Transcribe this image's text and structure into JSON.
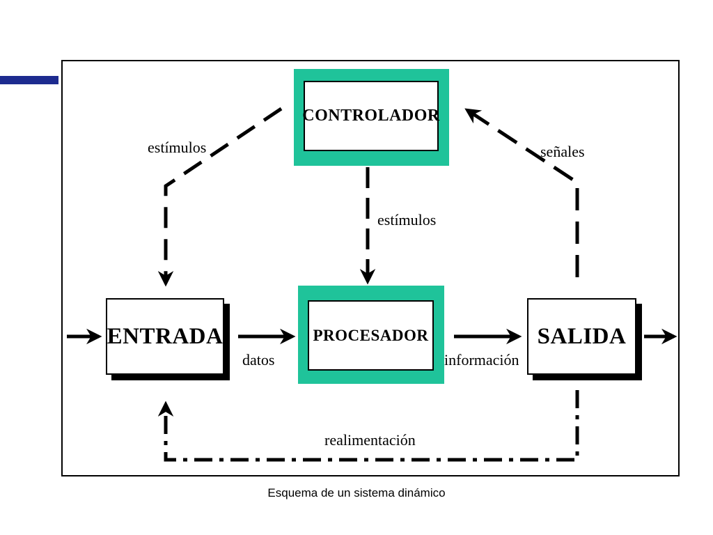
{
  "nodes": {
    "controller": "CONTROLADOR",
    "input": "ENTRADA",
    "processor": "PROCESADOR",
    "output": "SALIDA"
  },
  "edges": {
    "controller_to_input": "estímulos",
    "controller_to_processor": "estímulos",
    "output_to_controller": "señales",
    "input_to_processor": "datos",
    "processor_to_output": "información",
    "feedback": "realimentación"
  },
  "caption": "Esquema de un sistema dinámico",
  "colors": {
    "highlight": "#1fc39a",
    "accent_bar": "#1d2b8f"
  }
}
